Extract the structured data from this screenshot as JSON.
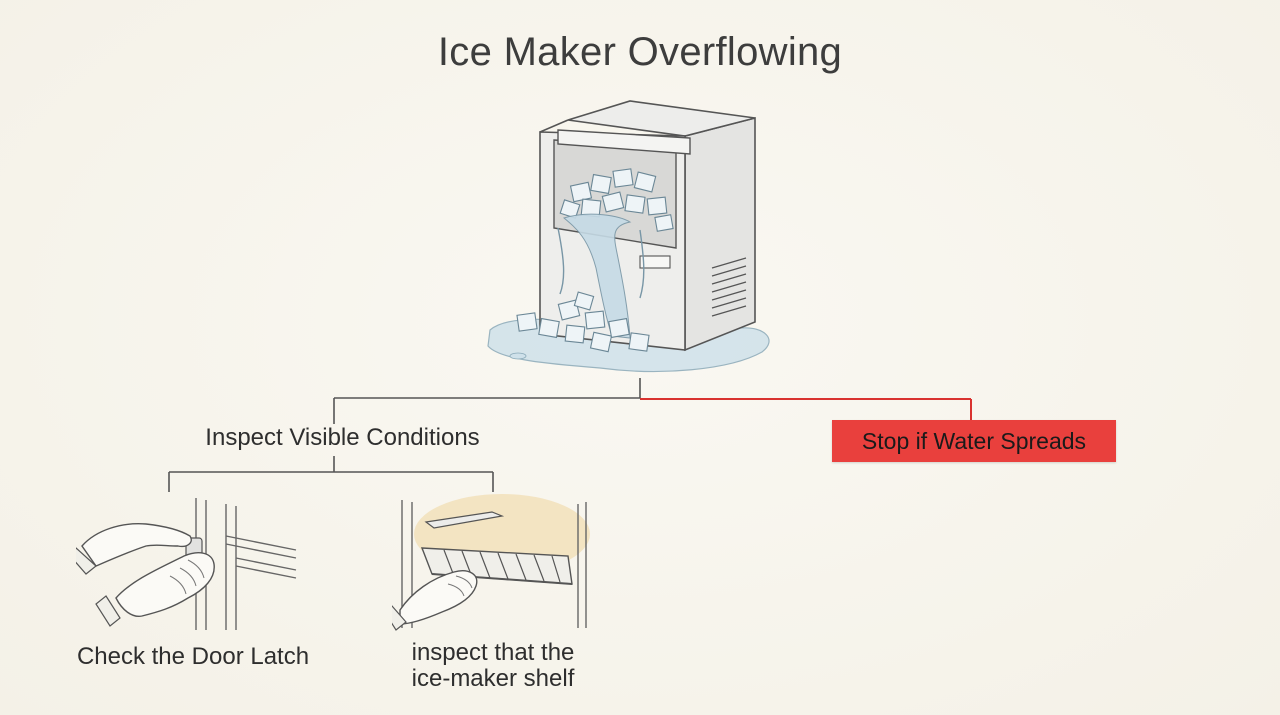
{
  "diagram": {
    "title": "Ice Maker Overflowing",
    "nodes": {
      "inspect": "Inspect Visible Conditions",
      "stop": "Stop if Water Spreads",
      "door_latch": "Check the Door Latch",
      "shelf_line1": "inspect that the",
      "shelf_line2": "ice-maker shelf"
    },
    "colors": {
      "line": "#555555",
      "highlight_line": "#d9322f",
      "highlight_box": "#e9403d",
      "background": "#f6f3ea"
    },
    "illustrations": [
      "ice-maker-overflow-illustration",
      "door-latch-illustration",
      "shelf-inspection-illustration"
    ]
  }
}
